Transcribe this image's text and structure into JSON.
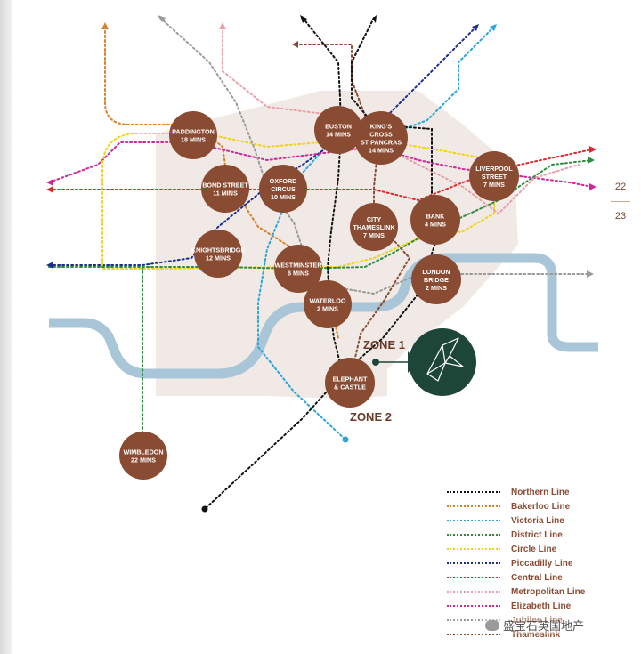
{
  "page_numbers": {
    "left": "22",
    "right": "23"
  },
  "zones": {
    "zone1": "ZONE 1",
    "zone2": "ZONE 2"
  },
  "colors": {
    "station": "#8a4b33",
    "river": "#a9c6d9",
    "zone1_area": "#f1e9e5",
    "origin_badge": "#1e4638",
    "text_brown": "#8b4c34"
  },
  "origin_icon": "origami-bird-icon",
  "stations": [
    {
      "id": "paddington",
      "lines": [
        "PADDINGTON",
        "18 MINS"
      ]
    },
    {
      "id": "bond-street",
      "lines": [
        "BOND STREET",
        "11 MINS"
      ]
    },
    {
      "id": "oxford-circus",
      "lines": [
        "OXFORD",
        "CIRCUS",
        "10 MINS"
      ]
    },
    {
      "id": "euston",
      "lines": [
        "EUSTON",
        "14 MINS"
      ]
    },
    {
      "id": "kings-cross",
      "lines": [
        "KING'S",
        "CROSS",
        "ST PANCRAS",
        "14 MINS"
      ]
    },
    {
      "id": "liverpool-street",
      "lines": [
        "LIVERPOOL",
        "STREET",
        "7 MINS"
      ]
    },
    {
      "id": "city-thameslink",
      "lines": [
        "CITY",
        "THAMESLINK",
        "7 MINS"
      ]
    },
    {
      "id": "bank",
      "lines": [
        "BANK",
        "4 MINS"
      ]
    },
    {
      "id": "knightsbridge",
      "lines": [
        "KNIGHTSBRIDGE",
        "12 MINS"
      ]
    },
    {
      "id": "westminster",
      "lines": [
        "WESTMINSTER",
        "6 MINS"
      ]
    },
    {
      "id": "waterloo",
      "lines": [
        "WATERLOO",
        "2 MINS"
      ]
    },
    {
      "id": "london-bridge",
      "lines": [
        "LONDON",
        "BRIDGE",
        "2 MINS"
      ]
    },
    {
      "id": "elephant-castle",
      "lines": [
        "ELEPHANT",
        "& CASTLE"
      ]
    },
    {
      "id": "wimbledon",
      "lines": [
        "WIMBLEDON",
        "22 MINS"
      ]
    }
  ],
  "legend": [
    {
      "label": "Northern Line",
      "color": "#111111"
    },
    {
      "label": "Bakerloo Line",
      "color": "#d9822b"
    },
    {
      "label": "Victoria Line",
      "color": "#2aa7d9"
    },
    {
      "label": "District Line",
      "color": "#2e8b3d"
    },
    {
      "label": "Circle Line",
      "color": "#f0d419"
    },
    {
      "label": "Piccadilly Line",
      "color": "#1c2f8f"
    },
    {
      "label": "Central Line",
      "color": "#e3262d"
    },
    {
      "label": "Metropolitan Line",
      "color": "#e7a0a8"
    },
    {
      "label": "Elizabeth Line",
      "color": "#d0269a"
    },
    {
      "label": "Jubilee Line",
      "color": "#9a9a9a"
    },
    {
      "label": "Thameslink",
      "color": "#8b4c34"
    }
  ],
  "watermark": "盛宝石英国地产"
}
